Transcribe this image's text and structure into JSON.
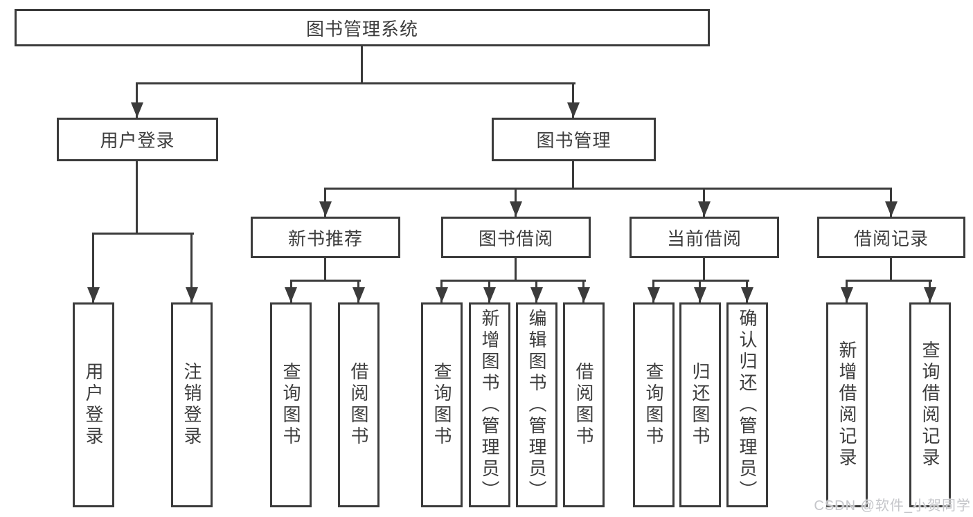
{
  "tree": {
    "root": {
      "label": "图书管理系统"
    },
    "children": [
      {
        "label": "用户登录",
        "children": [
          {
            "label": "用户登录"
          },
          {
            "label": "注销登录"
          }
        ]
      },
      {
        "label": "图书管理",
        "children": [
          {
            "label": "新书推荐",
            "children": [
              {
                "label": "查询图书"
              },
              {
                "label": "借阅图书"
              }
            ]
          },
          {
            "label": "图书借阅",
            "children": [
              {
                "label": "查询图书"
              },
              {
                "label": "新增图书（管理员）"
              },
              {
                "label": "编辑图书（管理员）"
              },
              {
                "label": "借阅图书"
              }
            ]
          },
          {
            "label": "当前借阅",
            "children": [
              {
                "label": "查询图书"
              },
              {
                "label": "归还图书"
              },
              {
                "label": "确认归还（管理员）"
              }
            ]
          },
          {
            "label": "借阅记录",
            "children": [
              {
                "label": "新增借阅记录"
              },
              {
                "label": "查询借阅记录"
              }
            ]
          }
        ]
      }
    ]
  },
  "watermark": {
    "text": "CSDN @软件_小贺同学"
  },
  "colors": {
    "line": "#3b3b3b",
    "text": "#3d3d3d",
    "background": "#ffffff",
    "watermark": "#c5c6ca"
  }
}
